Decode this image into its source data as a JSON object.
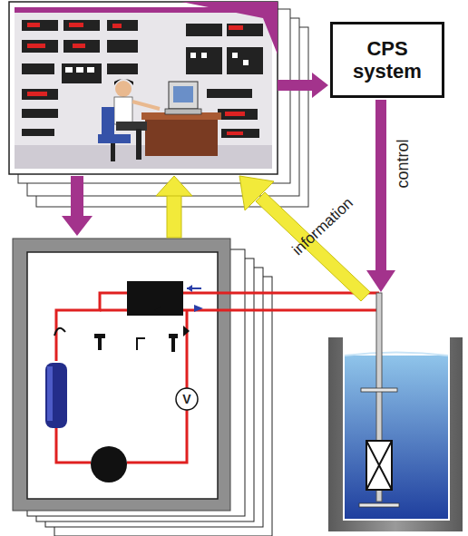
{
  "diagram": {
    "nodes": [
      {
        "text": [
          "CPS system"
        ]
      }
    ],
    "labels": [
      "control",
      "information",
      "V"
    ]
  }
}
